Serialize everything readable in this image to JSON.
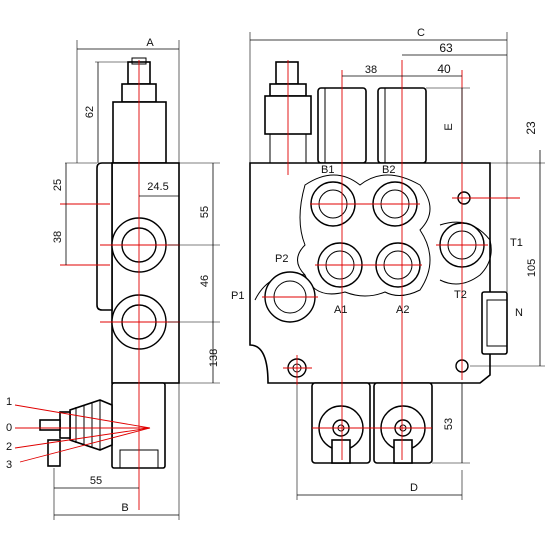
{
  "colors": {
    "line": "#000000",
    "centerline": "#e00000",
    "background": "#ffffff"
  },
  "left_view": {
    "dims": {
      "A": "A",
      "B": "B",
      "d62": "62",
      "d25": "25",
      "d24_5": "24.5",
      "d55": "55",
      "d38": "38",
      "d46": "46",
      "d138": "138",
      "d55b": "55"
    },
    "lever_positions": [
      "1",
      "0",
      "2",
      "3"
    ]
  },
  "right_view": {
    "dims": {
      "C": "C",
      "d63": "63",
      "d38": "38",
      "d40": "40",
      "E": "E",
      "d23": "23",
      "d105": "105",
      "d53": "53",
      "D": "D"
    },
    "ports": {
      "B1": "B1",
      "B2": "B2",
      "A1": "A1",
      "A2": "A2",
      "P1": "P1",
      "P2": "P2",
      "T1": "T1",
      "T2": "T2",
      "N": "N"
    }
  }
}
